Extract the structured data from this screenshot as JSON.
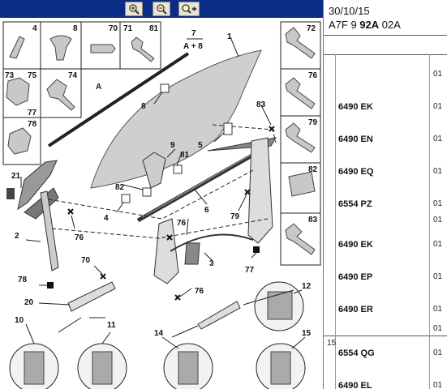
{
  "toolbar": {
    "buttons": [
      {
        "name": "zoom-in-icon"
      },
      {
        "name": "zoom-out-icon"
      },
      {
        "name": "zoom-fit-icon"
      }
    ]
  },
  "header": {
    "date": "30/10/15",
    "ref_prefix": "A7F 9",
    "ref_bold": "92A",
    "ref_suffix": "02A"
  },
  "diagram": {
    "callouts": {
      "c1": "1",
      "c2": "2",
      "c4": "4",
      "c5": "5",
      "c6": "6",
      "c7": "7",
      "c7b": "A + 8",
      "c8": "8",
      "c9": "9",
      "c10": "10",
      "c11": "11",
      "c12": "12",
      "c14": "14",
      "c15": "15",
      "c20": "20",
      "c21": "21",
      "c3": "3",
      "cA": "A",
      "c70": "70",
      "c76a": "76",
      "c76b": "76",
      "c76c": "76",
      "c77": "77",
      "c78": "78",
      "c79": "79",
      "c81": "81",
      "c82": "82",
      "c83": "83"
    },
    "left_panels": [
      {
        "label": "4"
      },
      {
        "label": "8"
      },
      {
        "label": "70"
      },
      {
        "label": "71"
      },
      {
        "label": "81"
      },
      {
        "label": "73"
      },
      {
        "label": "75"
      },
      {
        "label": "74"
      },
      {
        "label": "77"
      },
      {
        "label": "78"
      }
    ],
    "right_panels": [
      {
        "label": "72"
      },
      {
        "label": "76"
      },
      {
        "label": "79"
      },
      {
        "label": "82"
      },
      {
        "label": "83"
      }
    ]
  },
  "parts": [
    {
      "code": "6490 EK",
      "qty": "01"
    },
    {
      "code": "6490 EN",
      "qty": "01"
    },
    {
      "code": "6490 EQ",
      "qty": "01"
    },
    {
      "code": "6554 PZ",
      "qty": "01"
    },
    {
      "code": "6490 EK",
      "qty": "01"
    },
    {
      "code": "6490 EP",
      "qty": "01"
    },
    {
      "code": "6490 ER",
      "qty": "01"
    },
    {
      "code": "6554 QG",
      "qty": "01"
    },
    {
      "code": "6490 EL",
      "qty": "01"
    }
  ],
  "extra_qty": [
    "01",
    "01",
    "01"
  ],
  "row_index": "15"
}
